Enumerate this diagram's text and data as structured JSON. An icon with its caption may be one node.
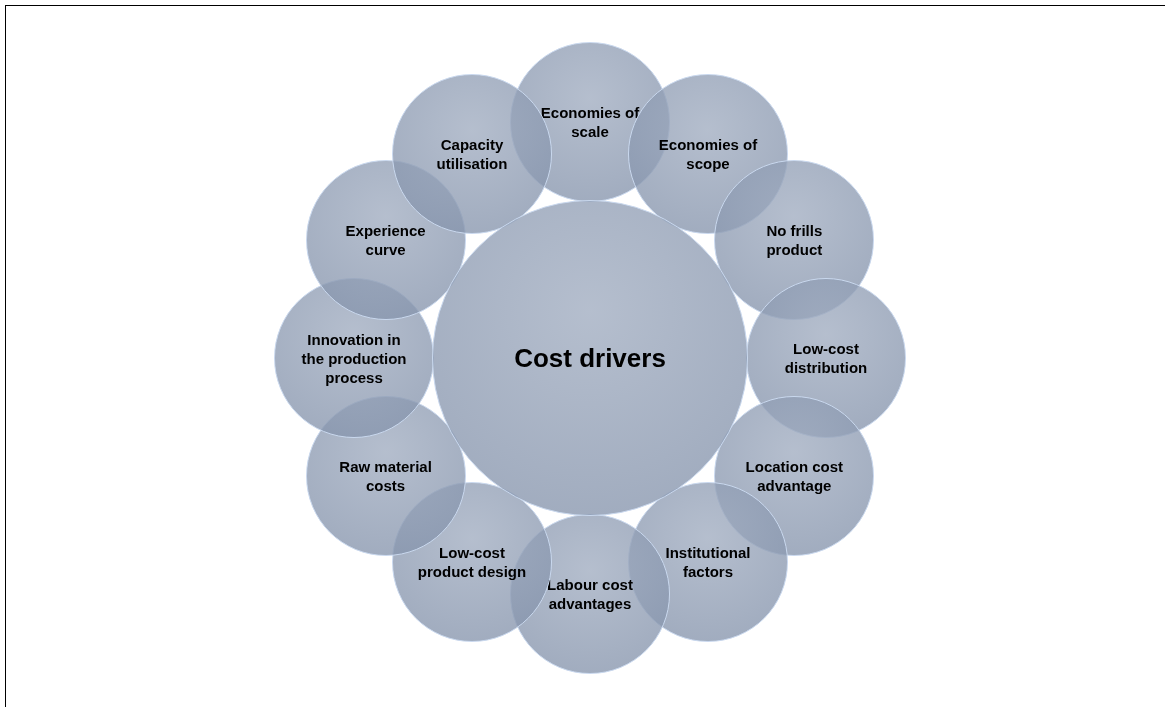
{
  "diagram": {
    "nodes": [
      {
        "text": [
          "Cost drivers"
        ]
      },
      {
        "text": [
          "Economies of scale"
        ]
      },
      {
        "text": [
          "Economies of scope"
        ]
      },
      {
        "text": [
          "No frills product"
        ]
      },
      {
        "text": [
          "Low-cost distribution"
        ]
      },
      {
        "text": [
          "Location cost advantage"
        ]
      },
      {
        "text": [
          "Institutional factors"
        ]
      },
      {
        "text": [
          "Labour cost advantages"
        ]
      },
      {
        "text": [
          "Low-cost product design"
        ]
      },
      {
        "text": [
          "Raw material costs"
        ]
      },
      {
        "text": [
          "Innovation in the production process"
        ]
      },
      {
        "text": [
          "Experience curve"
        ]
      },
      {
        "text": [
          "Capacity utilisation"
        ]
      }
    ],
    "edges": []
  }
}
